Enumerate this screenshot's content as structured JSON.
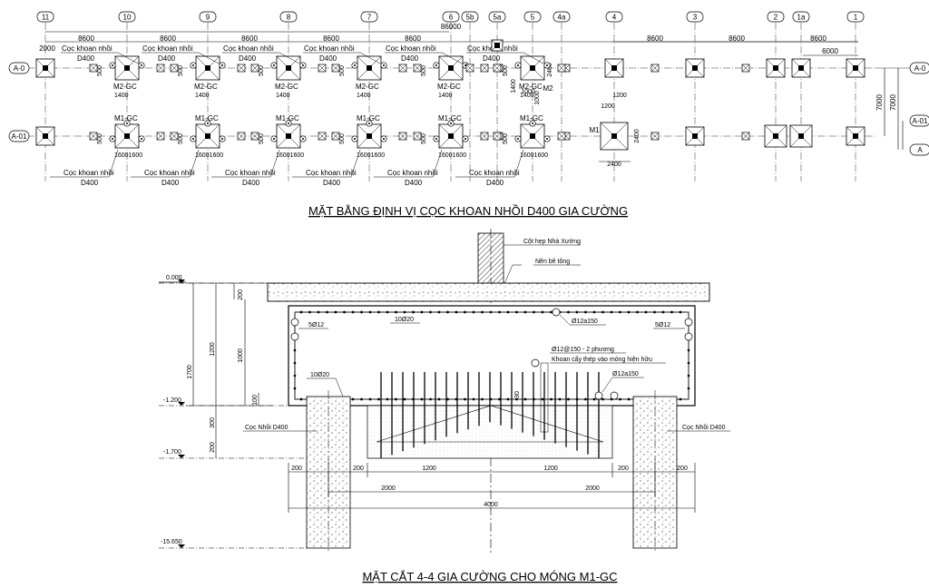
{
  "plan": {
    "title": "MẶT BẰNG ĐỊNH VỊ CỌC KHOAN NHỒI D400 GIA CƯỜNG",
    "axes_top": [
      "11",
      "10",
      "9",
      "8",
      "7",
      "6",
      "5b",
      "5a",
      "5",
      "4a",
      "4",
      "3",
      "2",
      "1a",
      "1"
    ],
    "axes_side": [
      "A-0",
      "A-01",
      "A"
    ],
    "span_8600": "8600",
    "span_86000": "86000",
    "span_6000": "6000",
    "span_2000": "2000",
    "span_7000": "7000",
    "span_1400": "1400",
    "span_1200": "1200",
    "span_2400": "2400",
    "span_1600": "1600",
    "span_1000": "1000",
    "span_500": "500",
    "span_2460": "2460",
    "pile_label": "Cọc khoan nhồi",
    "pile_d": "D400",
    "m1gc": "M1-GC",
    "m2gc": "M2-GC",
    "m1": "M1",
    "m2": "M2"
  },
  "section": {
    "title": "MẶT CẮT 4-4 GIA CƯỜNG CHO MÓNG M1-GC",
    "col_label": "Cột hẹp Nhà Xưởng",
    "slab_label": "Nền bê tông",
    "lev_0": "0.000",
    "lev_1200": "-1.200",
    "lev_1700": "-1.700",
    "lev_15650": "-15.650",
    "d_200": "200",
    "d_1200": "1200",
    "d_1700": "1700",
    "d_1000": "1000",
    "d_100": "100",
    "d_300": "300",
    "d_2000": "2000",
    "d_4000": "4000",
    "bar_5012": "5Ø12",
    "bar_10020": "10Ø20",
    "bar_012a150": "Ø12a150",
    "bar_012_150_2": "Ø12@150 - 2 phương",
    "drill_note": "Khoan cấy thép vào móng hiện hữu",
    "pile_label": "Cọc Nhồi D400",
    "d_30": "30"
  }
}
